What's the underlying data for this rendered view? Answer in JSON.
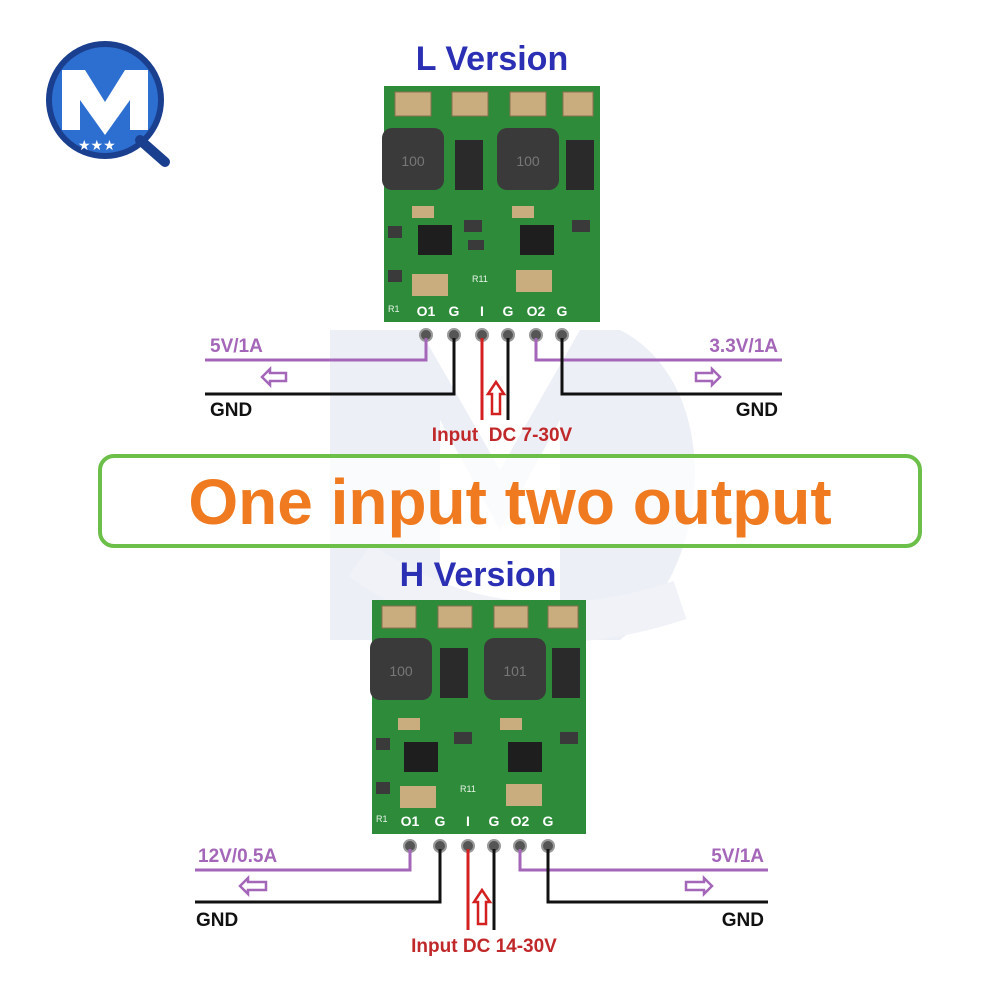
{
  "colors": {
    "title": "#2b2fb3",
    "banner_border": "#6cc04a",
    "banner_text": "#f07a20",
    "purple_wire": "#a466b8",
    "black_wire": "#111111",
    "red_wire": "#d42020",
    "pcb": "#2e8b3a",
    "watermark": "#dde3ee"
  },
  "logo": {
    "letters": "MQ",
    "icon": "mq-logo-icon"
  },
  "banner": {
    "text": "One input two output"
  },
  "l_version": {
    "title": "L Version",
    "pins": [
      "O1",
      "G",
      "I",
      "G",
      "O2",
      "G"
    ],
    "pcb_marks": [
      "R1",
      "R11"
    ],
    "out1_label": "5V/1A",
    "out2_label": "3.3V/1A",
    "gnd_left": "GND",
    "gnd_right": "GND",
    "input_label": "Input  DC 7-30V"
  },
  "h_version": {
    "title": "H Version",
    "pins": [
      "O1",
      "G",
      "I",
      "G",
      "O2",
      "G"
    ],
    "pcb_marks": [
      "R1",
      "R11"
    ],
    "out1_label": "12V/0.5A",
    "out2_label": "5V/1A",
    "gnd_left": "GND",
    "gnd_right": "GND",
    "input_label": "Input DC 14-30V"
  }
}
